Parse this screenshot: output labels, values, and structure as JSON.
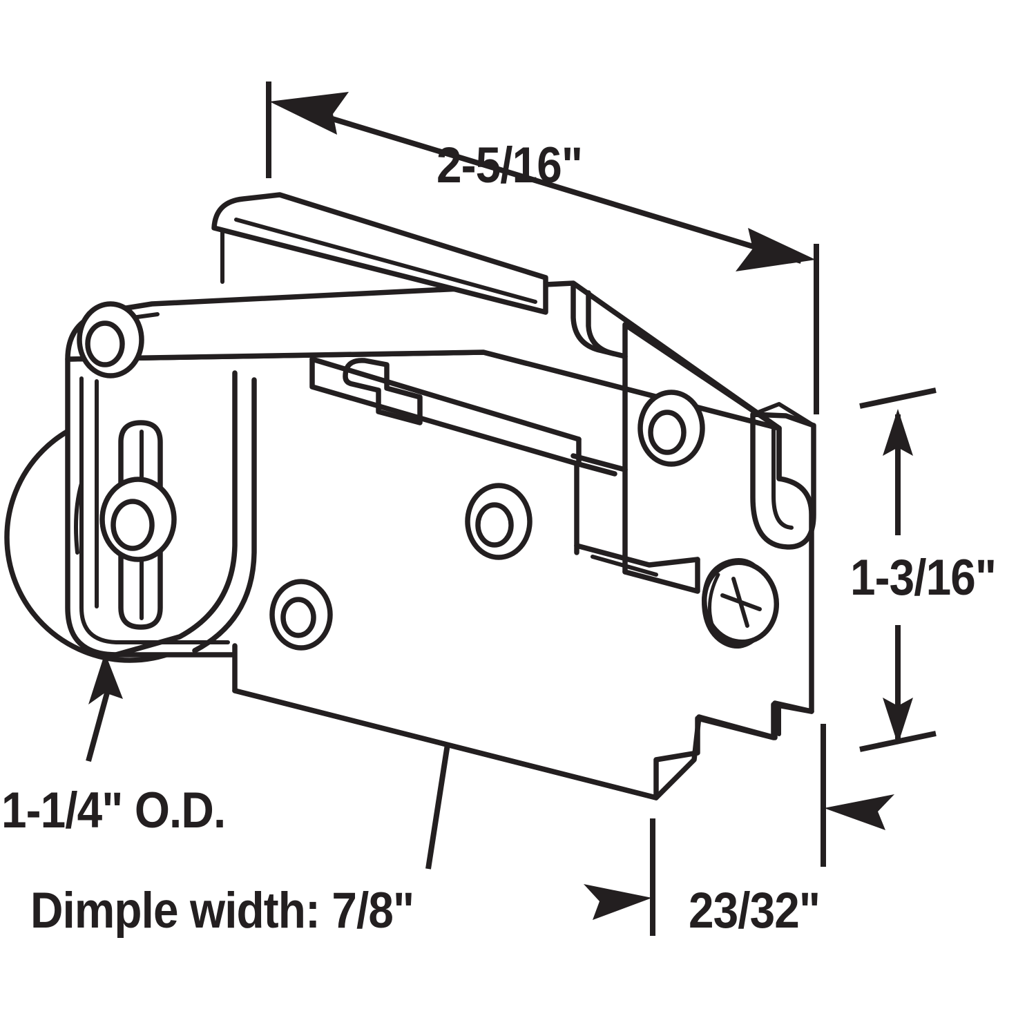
{
  "drawing": {
    "title": "Sliding door roller assembly dimensional drawing",
    "subject": "roller-bracket-assembly",
    "line_color": "#231f20",
    "background_color": "#ffffff",
    "view": "isometric"
  },
  "dimensions": {
    "width": {
      "label": "2-5/16\"",
      "kind": "linear-horizontal",
      "describes": "overall body length"
    },
    "height": {
      "label": "1-3/16\"",
      "kind": "linear-vertical",
      "describes": "overall body height"
    },
    "outer_diameter": {
      "label": "1-1/4\" O.D.",
      "kind": "leader-callout",
      "describes": "roller wheel outside diameter"
    },
    "dimple_width": {
      "label": "Dimple width: 7/8\"",
      "kind": "leader-callout",
      "describes": "dimple recess width"
    },
    "thickness": {
      "label": "23/32\"",
      "kind": "linear-horizontal",
      "describes": "housing thickness"
    }
  },
  "features": [
    {
      "name": "roller-wheel",
      "note": "round wheel protruding at left"
    },
    {
      "name": "mounting-slot",
      "note": "vertical adjustment slot"
    },
    {
      "name": "slot-rivet-hole",
      "note": "counterbored hole in slot"
    },
    {
      "name": "upper-left-hole",
      "note": "counterbored hole upper left of housing"
    },
    {
      "name": "lower-left-hole",
      "note": "counterbored hole lower left of housing"
    },
    {
      "name": "dimple-hole",
      "note": "dimple recess center of housing"
    },
    {
      "name": "upper-right-hole",
      "note": "counterbored hole upper right of housing"
    },
    {
      "name": "phillips-screw",
      "note": "adjustment screw, cross drive"
    },
    {
      "name": "top-rail-tab",
      "note": "raised rail tab along the top"
    },
    {
      "name": "hook-tab",
      "note": "U shaped hook at right end"
    },
    {
      "name": "bottom-notch",
      "note": "stepped notch along bottom edge"
    }
  ]
}
